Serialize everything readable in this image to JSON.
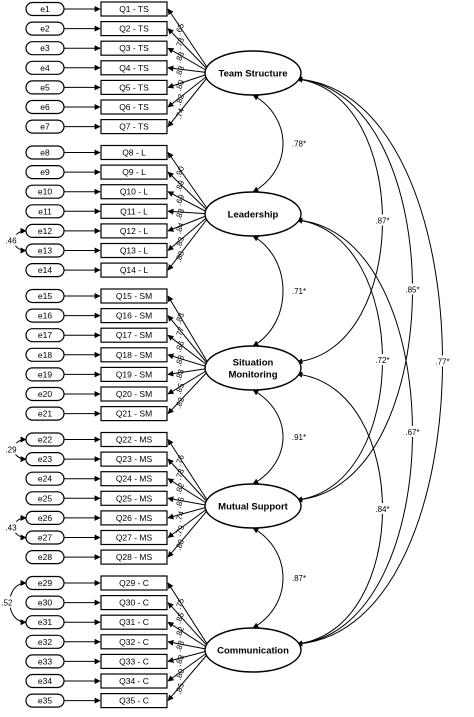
{
  "factors": [
    {
      "name": "Team Structure",
      "items": [
        {
          "error": "e1",
          "item": "Q1 - TS",
          "loading": ".65"
        },
        {
          "error": "e2",
          "item": "Q2 - TS",
          "loading": ".73"
        },
        {
          "error": "e3",
          "item": "Q3 - TS",
          "loading": ".83"
        },
        {
          "error": "e4",
          "item": "Q4 - TS",
          "loading": ".83"
        },
        {
          "error": "e5",
          "item": "Q5 - TS",
          "loading": ".80"
        },
        {
          "error": "e6",
          "item": "Q6 - TS",
          "loading": ".82"
        },
        {
          "error": "e7",
          "item": "Q7 - TS",
          "loading": ".74"
        }
      ]
    },
    {
      "name": "Leadership",
      "items": [
        {
          "error": "e8",
          "item": "Q8 - L",
          "loading": ".90"
        },
        {
          "error": "e9",
          "item": "Q9 - L",
          "loading": ".89"
        },
        {
          "error": "e10",
          "item": "Q10 - L",
          "loading": ".69"
        },
        {
          "error": "e11",
          "item": "Q11 - L",
          "loading": ".83"
        },
        {
          "error": "e12",
          "item": "Q12 - L",
          "loading": ".84"
        },
        {
          "error": "e13",
          "item": "Q13 - L",
          "loading": ".83"
        },
        {
          "error": "e14",
          "item": "Q14 - L",
          "loading": ".88"
        }
      ]
    },
    {
      "name": "Situation Monitoring",
      "items": [
        {
          "error": "e15",
          "item": "Q15 - SM",
          "loading": ".83"
        },
        {
          "error": "e16",
          "item": "Q16 - SM",
          "loading": ".77"
        },
        {
          "error": "e17",
          "item": "Q17 - SM",
          "loading": ".86"
        },
        {
          "error": "e18",
          "item": "Q18 - SM",
          "loading": ".88"
        },
        {
          "error": "e19",
          "item": "Q19 - SM",
          "loading": ".83"
        },
        {
          "error": "e20",
          "item": "Q20 - SM",
          "loading": ".85"
        },
        {
          "error": "e21",
          "item": "Q21 - SM",
          "loading": ".82"
        }
      ]
    },
    {
      "name": "Mutual Support",
      "items": [
        {
          "error": "e22",
          "item": "Q22 - MS",
          "loading": ".76"
        },
        {
          "error": "e23",
          "item": "Q23 - MS",
          "loading": ".73"
        },
        {
          "error": "e24",
          "item": "Q24 - MS",
          "loading": ".82"
        },
        {
          "error": "e25",
          "item": "Q25 - MS",
          "loading": ".86"
        },
        {
          "error": "e26",
          "item": "Q26 - MS",
          "loading": ".74"
        },
        {
          "error": "e27",
          "item": "Q27 - MS",
          "loading": ".79"
        },
        {
          "error": "e28",
          "item": "Q28 - MS",
          "loading": ".80"
        }
      ]
    },
    {
      "name": "Communication",
      "items": [
        {
          "error": "e29",
          "item": "Q29 - C",
          "loading": ".75"
        },
        {
          "error": "e30",
          "item": "Q30 - C",
          "loading": ".85"
        },
        {
          "error": "e31",
          "item": "Q31 - C",
          "loading": ".82"
        },
        {
          "error": "e32",
          "item": "Q32 - C",
          "loading": ".83"
        },
        {
          "error": "e33",
          "item": "Q33 - C",
          "loading": ".88"
        },
        {
          "error": "e34",
          "item": "Q34 - C",
          "loading": ".80"
        },
        {
          "error": "e35",
          "item": "Q35 - C",
          "loading": ".85"
        }
      ]
    }
  ],
  "error_covariances": [
    {
      "from": "e12",
      "to": "e13",
      "value": ".46"
    },
    {
      "from": "e22",
      "to": "e23",
      "value": ".29"
    },
    {
      "from": "e26",
      "to": "e27",
      "value": ".43"
    },
    {
      "from": "e29",
      "to": "e31",
      "value": ".52"
    }
  ],
  "factor_correlations": [
    {
      "from": "Team Structure",
      "to": "Leadership",
      "value": ".78*"
    },
    {
      "from": "Team Structure",
      "to": "Situation Monitoring",
      "value": ".87*"
    },
    {
      "from": "Team Structure",
      "to": "Mutual Support",
      "value": ".85*"
    },
    {
      "from": "Team Structure",
      "to": "Communication",
      "value": ".77*"
    },
    {
      "from": "Leadership",
      "to": "Situation Monitoring",
      "value": ".71*"
    },
    {
      "from": "Leadership",
      "to": "Mutual Support",
      "value": ".72*"
    },
    {
      "from": "Leadership",
      "to": "Communication",
      "value": ".67*"
    },
    {
      "from": "Situation Monitoring",
      "to": "Mutual Support",
      "value": ".91*"
    },
    {
      "from": "Situation Monitoring",
      "to": "Communication",
      "value": ".84*"
    },
    {
      "from": "Mutual Support",
      "to": "Communication",
      "value": ".87*"
    }
  ]
}
